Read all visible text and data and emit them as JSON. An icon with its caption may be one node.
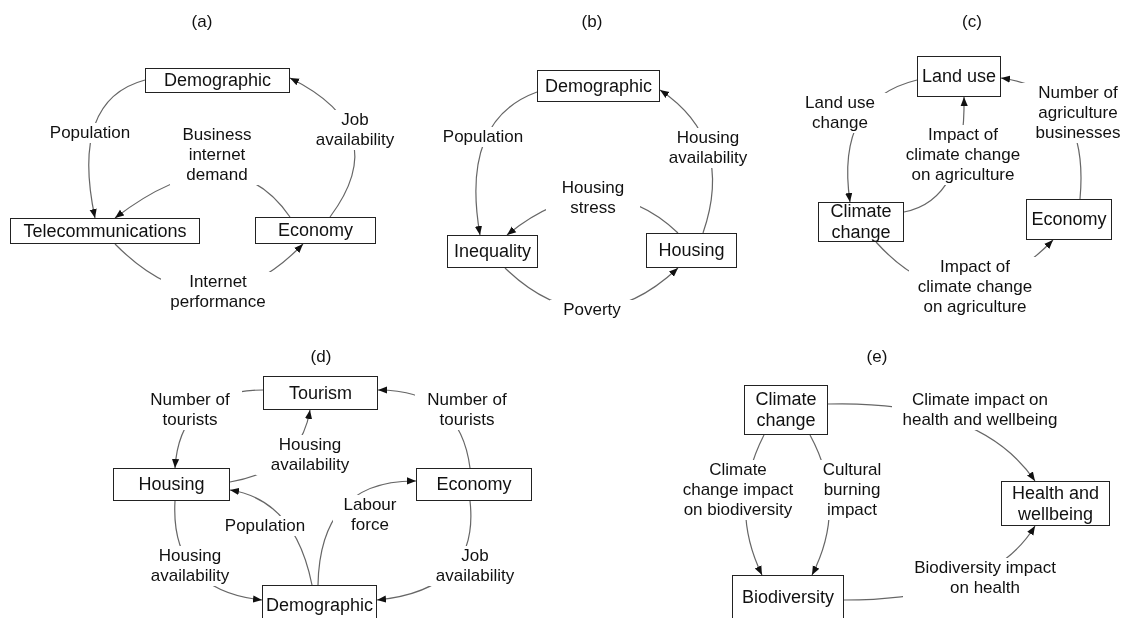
{
  "diagram": {
    "nodes": [
      {
        "text": [
          "Demographic"
        ]
      },
      {
        "text": [
          "Telecommunications"
        ]
      },
      {
        "text": [
          "Economy"
        ]
      },
      {
        "text": [
          "Demographic"
        ]
      },
      {
        "text": [
          "Inequality"
        ]
      },
      {
        "text": [
          "Housing"
        ]
      },
      {
        "text": [
          "Land use"
        ]
      },
      {
        "text": [
          "Climate change"
        ]
      },
      {
        "text": [
          "Economy"
        ]
      },
      {
        "text": [
          "Tourism"
        ]
      },
      {
        "text": [
          "Housing"
        ]
      },
      {
        "text": [
          "Economy"
        ]
      },
      {
        "text": [
          "Demographic"
        ]
      },
      {
        "text": [
          "Climate change"
        ]
      },
      {
        "text": [
          "Health and wellbeing"
        ]
      },
      {
        "text": [
          "Biodiversity"
        ]
      }
    ],
    "edges": [
      {
        "from": 0,
        "to": 1,
        "arrow": "to",
        "label": "Population"
      },
      {
        "from": 2,
        "to": 1,
        "arrow": "to",
        "label": "Business internet demand"
      },
      {
        "from": 2,
        "to": 0,
        "arrow": "to",
        "label": "Job availability"
      },
      {
        "from": 1,
        "to": 2,
        "arrow": "to",
        "label": "Internet performance"
      },
      {
        "from": 3,
        "to": 4,
        "arrow": "to",
        "label": "Population"
      },
      {
        "from": 5,
        "to": 4,
        "arrow": "to",
        "label": "Housing stress"
      },
      {
        "from": 5,
        "to": 3,
        "arrow": "to",
        "label": "Housing availability"
      },
      {
        "from": 4,
        "to": 5,
        "arrow": "to",
        "label": "Poverty"
      },
      {
        "from": 6,
        "to": 7,
        "arrow": "to",
        "label": "Land use change"
      },
      {
        "from": 7,
        "to": 6,
        "arrow": "to",
        "label": "Impact of climate change on agriculture"
      },
      {
        "from": 8,
        "to": 6,
        "arrow": "to",
        "label": "Number of agriculture businesses"
      },
      {
        "from": 7,
        "to": 8,
        "arrow": "to",
        "label": "Impact of climate change on agriculture"
      },
      {
        "from": 9,
        "to": 10,
        "arrow": "to",
        "label": "Number of tourists"
      },
      {
        "from": 10,
        "to": 9,
        "arrow": "to",
        "label": "Housing availability"
      },
      {
        "from": 11,
        "to": 9,
        "arrow": "to",
        "label": "Number of tourists"
      },
      {
        "from": 12,
        "to": 10,
        "arrow": "to",
        "label": "Population"
      },
      {
        "from": 12,
        "to": 11,
        "arrow": "to",
        "label": "Labour force"
      },
      {
        "from": 10,
        "to": 12,
        "arrow": "to",
        "label": "Housing availability"
      },
      {
        "from": 11,
        "to": 12,
        "arrow": "to",
        "label": "Job availability"
      },
      {
        "from": 13,
        "to": 14,
        "arrow": "to",
        "label": "Climate impact on health and wellbeing"
      },
      {
        "from": 13,
        "to": 15,
        "arrow": "to",
        "label": "Climate change impact on biodiversity"
      },
      {
        "from": 13,
        "to": 15,
        "arrow": "to",
        "label": "Cultural burning impact"
      },
      {
        "from": 15,
        "to": 14,
        "arrow": "to",
        "label": "Biodiversity impact on health"
      }
    ],
    "labels": [
      "(a)",
      "(b)",
      "(c)",
      "(d)",
      "(e)"
    ]
  }
}
